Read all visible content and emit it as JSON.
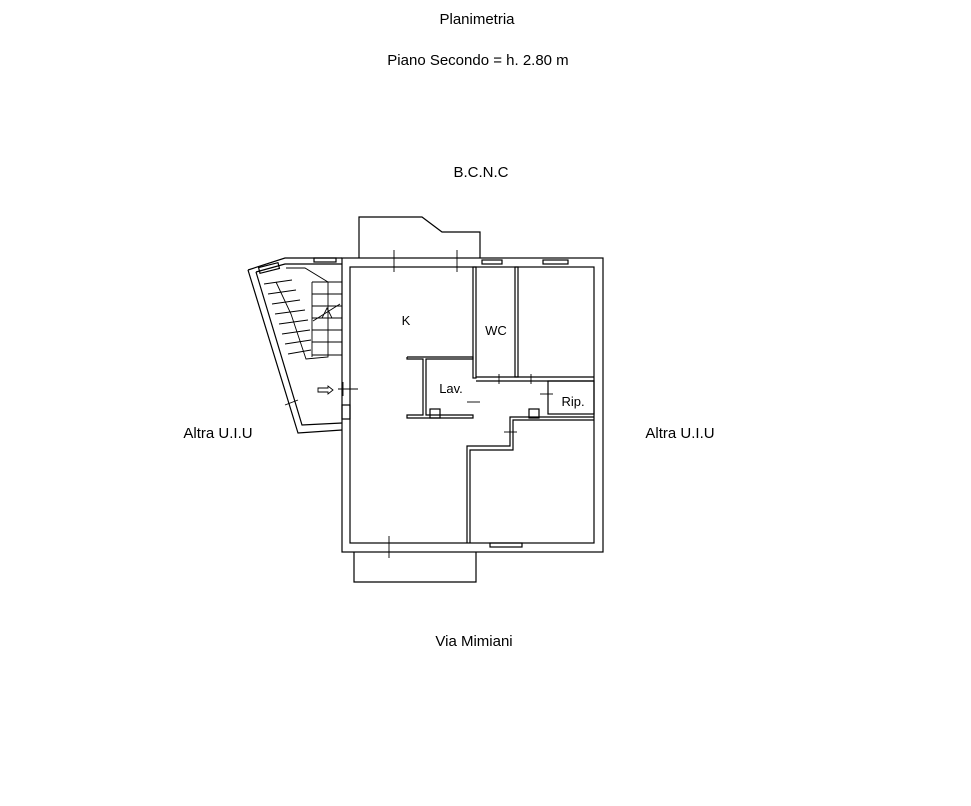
{
  "header": {
    "title": "Planimetria",
    "subtitle": "Piano Secondo = h. 2.80 m"
  },
  "labels": {
    "top": "B.C.N.C",
    "left": "Altra U.I.U",
    "right": "Altra U.I.U",
    "bottom": "Via Mimiani"
  },
  "rooms": {
    "kitchen": "K",
    "wc": "WC",
    "laundry": "Lav.",
    "storage": "Rip."
  }
}
